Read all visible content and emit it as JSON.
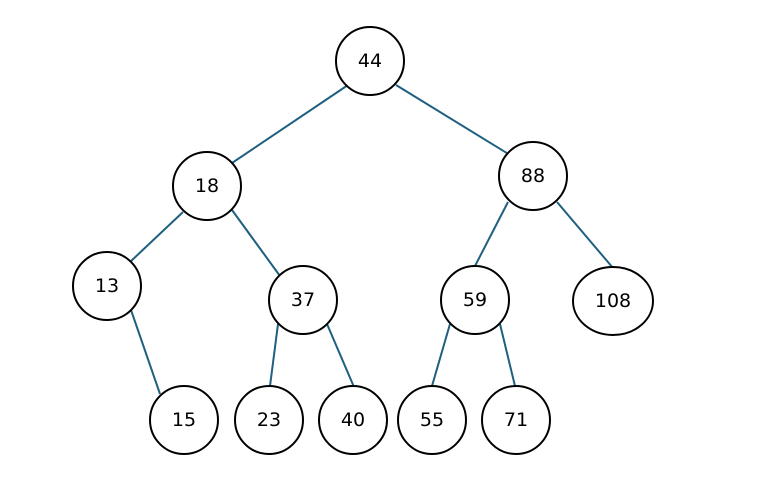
{
  "diagram": {
    "type": "binary-tree",
    "colors": {
      "edge": "#1f5f7f",
      "node_stroke": "#000000",
      "node_fill": "#ffffff",
      "label": "#000000"
    },
    "root": {
      "label": "44",
      "left": {
        "label": "18",
        "left": {
          "label": "13",
          "right": {
            "label": "15"
          }
        },
        "right": {
          "label": "37",
          "left": {
            "label": "23"
          },
          "right": {
            "label": "40"
          }
        }
      },
      "right": {
        "label": "88",
        "left": {
          "label": "59",
          "left": {
            "label": "55"
          },
          "right": {
            "label": "71"
          }
        },
        "right": {
          "label": "108"
        }
      }
    }
  }
}
